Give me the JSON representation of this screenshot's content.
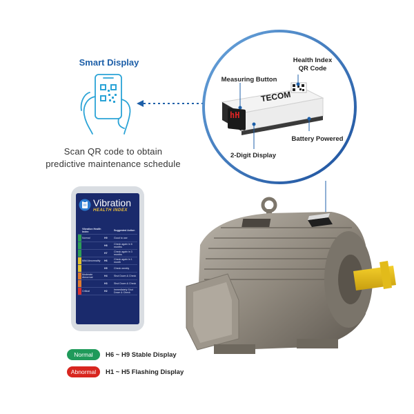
{
  "smart_display": {
    "title": "Smart Display",
    "scan_line1": "Scan QR code to obtain",
    "scan_line2": "predictive maintenance schedule"
  },
  "device_callouts": {
    "health_index_line1": "Health Index",
    "health_index_line2": "QR Code",
    "measuring_button": "Measuring Button",
    "brand": "TECOM",
    "display_digits": "hH",
    "battery": "Battery Powered",
    "two_digit": "2-Digit Display"
  },
  "phone": {
    "title": "Vibration",
    "subtitle": "HEALTH INDEX",
    "col_index": "Vibration Health Index",
    "col_action": "Suggested Action",
    "rows": [
      {
        "level": "Normal",
        "code": "H9",
        "action": "Good to use"
      },
      {
        "level": "",
        "code": "H8",
        "action": "Check again in 6 months"
      },
      {
        "level": "",
        "code": "H7",
        "action": "Check again in 3 months"
      },
      {
        "level": "Mild Abnormality",
        "code": "H6",
        "action": "Check again in 1 month"
      },
      {
        "level": "",
        "code": "H5",
        "action": "Check weekly"
      },
      {
        "level": "Moderate Abnormal",
        "code": "H4",
        "action": "Shut Down & Check"
      },
      {
        "level": "",
        "code": "H3",
        "action": "Shut Down & Check"
      },
      {
        "level": "Critical",
        "code": "H2",
        "action": "Immediately Shut Down & Check"
      }
    ],
    "bar_colors": [
      "#2e9e57",
      "#2e9e57",
      "#2e9e57",
      "#e0c22e",
      "#e0c22e",
      "#e07b2e",
      "#e07b2e",
      "#d83232"
    ]
  },
  "legend": {
    "normal_label": "Normal",
    "normal_text": "H6 ~ H9 Stable Display",
    "normal_color": "#1f9a5a",
    "abnormal_label": "Abnormal",
    "abnormal_text": "H1 ~ H5 Flashing Display",
    "abnormal_color": "#d8261f"
  }
}
